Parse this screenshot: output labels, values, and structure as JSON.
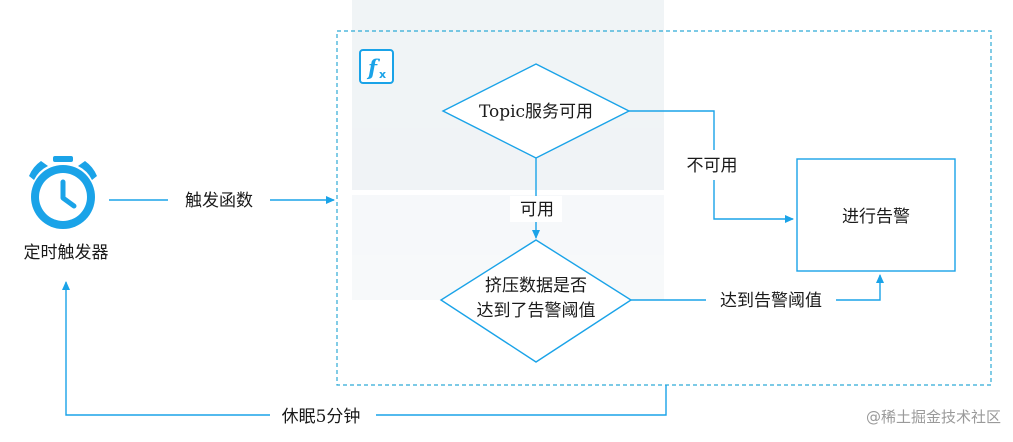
{
  "nodes": {
    "trigger_label": "定时触发器",
    "decision_topic": "Topic服务可用",
    "decision_backlog_line1": "挤压数据是否",
    "decision_backlog_line2": "达到了告警阈值",
    "alert_box": "进行告警"
  },
  "edges": {
    "trigger_to_function": "触发函数",
    "topic_unavailable": "不可用",
    "topic_available": "可用",
    "backlog_reached": "达到告警阈值",
    "sleep_loop": "休眠5分钟"
  },
  "function_badge_icon": "function-fx-icon",
  "trigger_icon": "alarm-clock-icon",
  "watermark": "@稀土掘金技术社区",
  "colors": {
    "accent": "#1aa3e8",
    "function_border": "#2eaad6",
    "text": "#1a1a1a",
    "watermark_logo": "#d3dde3"
  }
}
